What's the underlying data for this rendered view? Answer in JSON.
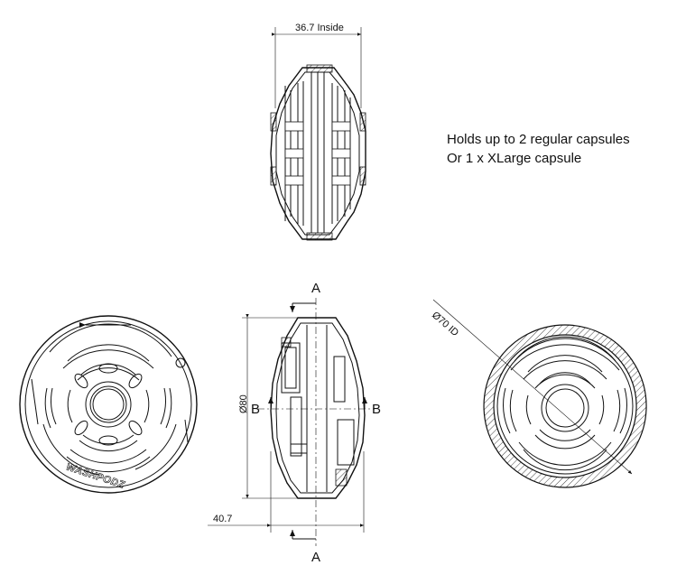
{
  "notes": {
    "line1": "Holds up to 2 regular capsules",
    "line2": "Or 1 x XLarge capsule"
  },
  "dimensions": {
    "inside_width": "36.7 Inside",
    "diameter": "Ø80",
    "length": "40.7",
    "inner_diameter": "Ø70 ID"
  },
  "section_labels": {
    "a_top": "A",
    "a_bottom": "A",
    "b_left": "B",
    "b_right": "B"
  },
  "logo_text": "WASHPODZ"
}
